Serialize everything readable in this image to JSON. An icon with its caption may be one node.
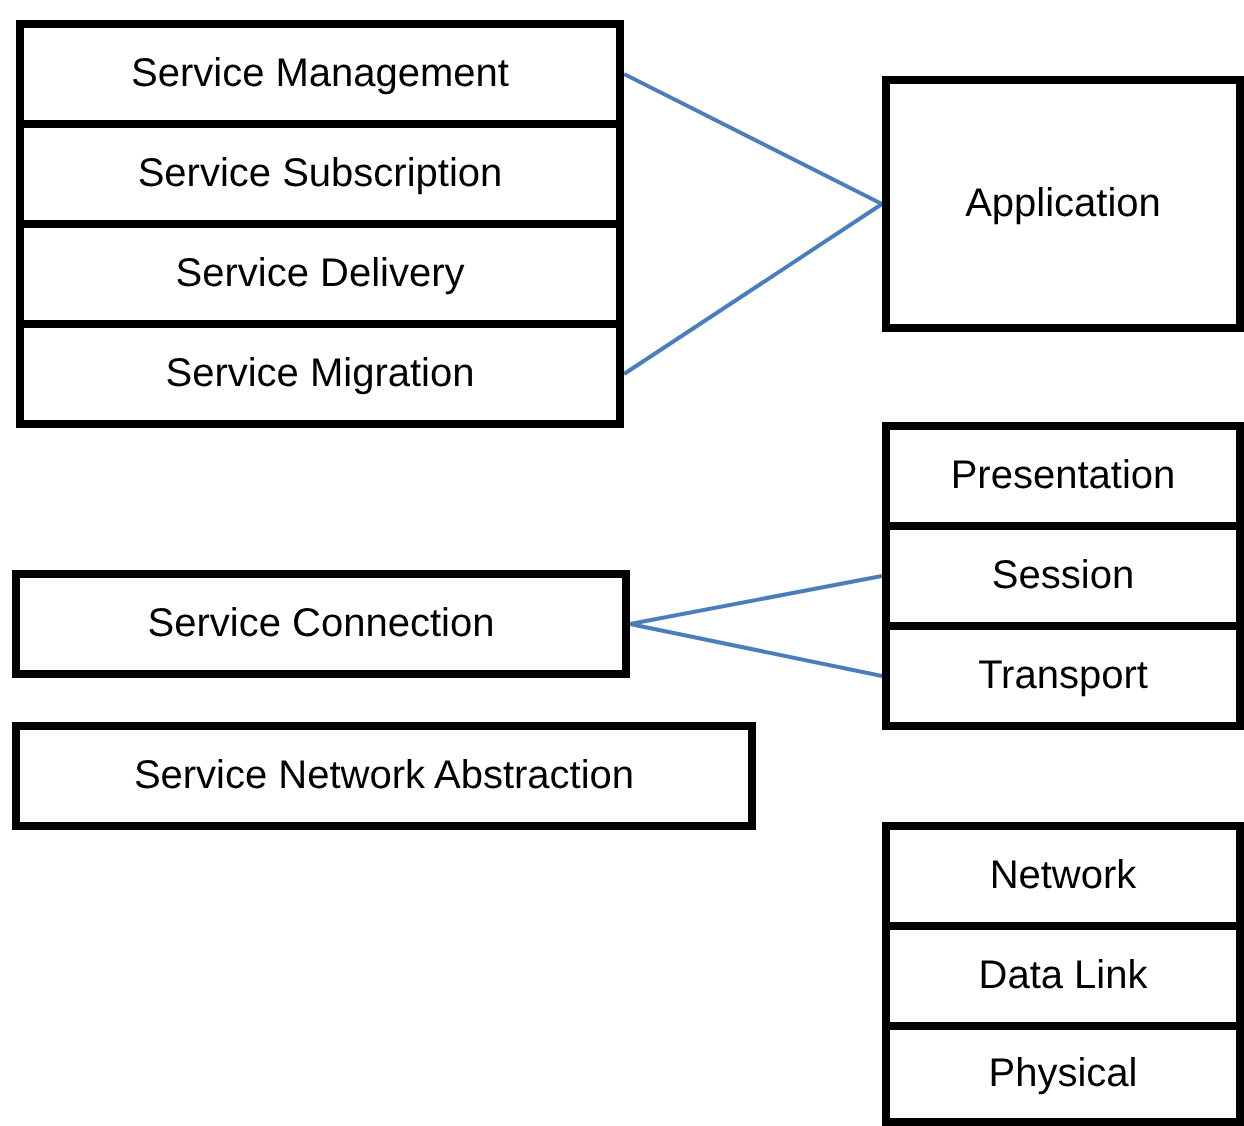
{
  "diagram": {
    "nodes": [
      {
        "text": [
          "Service Management"
        ]
      },
      {
        "text": [
          "Service Subscription"
        ]
      },
      {
        "text": [
          "Service Delivery"
        ]
      },
      {
        "text": [
          "Service Migration"
        ]
      },
      {
        "text": [
          "Application"
        ]
      },
      {
        "text": [
          "Presentation"
        ]
      },
      {
        "text": [
          "Session"
        ]
      },
      {
        "text": [
          "Transport"
        ]
      },
      {
        "text": [
          "Service Connection"
        ]
      },
      {
        "text": [
          "Service Network Abstraction"
        ]
      },
      {
        "text": [
          "Network"
        ]
      },
      {
        "text": [
          "Data Link"
        ]
      },
      {
        "text": [
          "Physical"
        ]
      }
    ],
    "edges": [
      {
        "from": 0,
        "to": 4,
        "arrow": "none"
      },
      {
        "from": 3,
        "to": 4,
        "arrow": "none"
      },
      {
        "from": 8,
        "to": 6,
        "arrow": "none"
      },
      {
        "from": 8,
        "to": 7,
        "arrow": "none"
      }
    ]
  }
}
